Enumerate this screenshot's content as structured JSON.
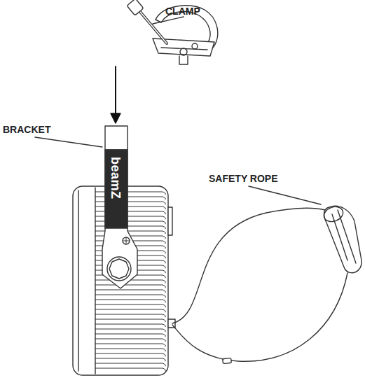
{
  "diagram": {
    "labels": [
      "CLAMP",
      "BRACKET",
      "SAFETY ROPE",
      "beamZ"
    ]
  }
}
